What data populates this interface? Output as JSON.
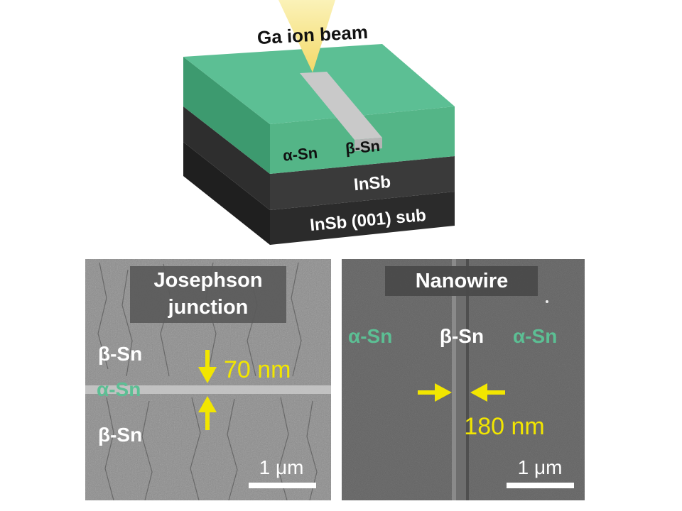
{
  "schematic": {
    "beam_label": "Ga ion beam",
    "alpha_label": "α-Sn",
    "beta_label": "β-Sn",
    "layer_middle": "InSb",
    "layer_bottom": "InSb (001) sub",
    "colors": {
      "alpha_sn": "#5cbf94",
      "stripe": "#c9c9c9",
      "insb": "#333333",
      "beam": "#f7e48a"
    }
  },
  "josephson_panel": {
    "title_line1": "Josephson",
    "title_line2": "junction",
    "top_region": "β-Sn",
    "middle_region": "α-Sn",
    "bottom_region": "β-Sn",
    "width_label": "70 nm",
    "scale_bar": "1 μm"
  },
  "nanowire_panel": {
    "title": "Nanowire",
    "left_region": "α-Sn",
    "center_region": "β-Sn",
    "right_region": "α-Sn",
    "width_label": "180 nm",
    "scale_bar": "1 μm"
  },
  "accent_colors": {
    "alpha_text": "#5cbf94",
    "annotation": "#f2e600"
  }
}
